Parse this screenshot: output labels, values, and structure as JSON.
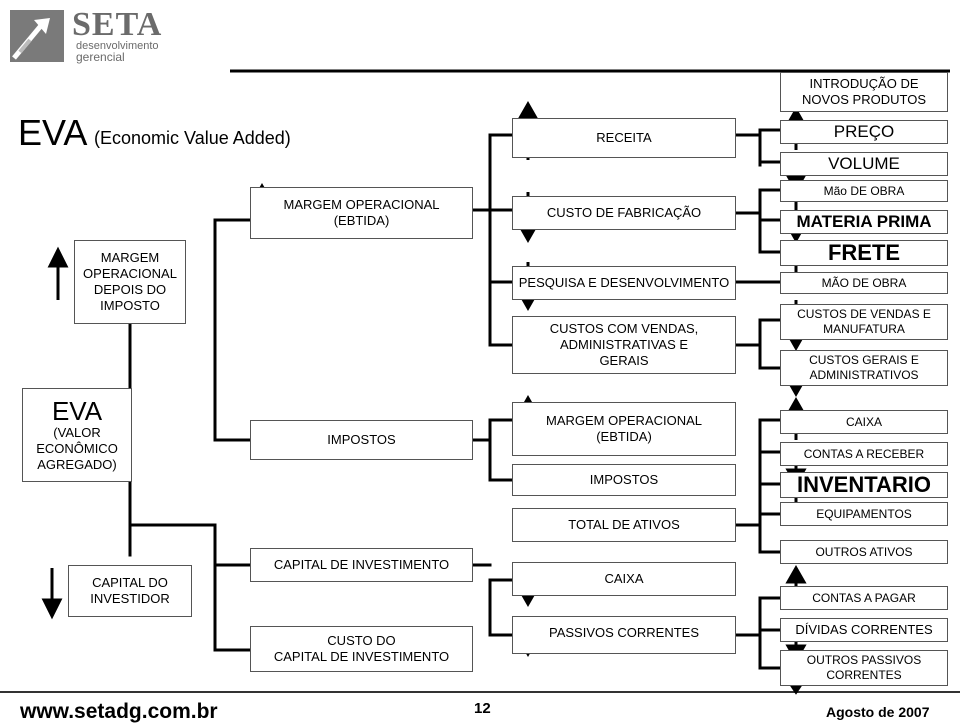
{
  "logo": {
    "name": "SETA",
    "line1": "desenvolvimento",
    "line2": "gerencial"
  },
  "header": {
    "title": "EVA",
    "subtitle": "(Economic Value Added)"
  },
  "col1": {
    "margem": "MARGEM\nOPERACIONAL\nDEPOIS DO\nIMPOSTO",
    "eva_title": "EVA",
    "eva_sub": "(VALOR\nECONÔMICO\nAGREGADO)",
    "capital": "CAPITAL DO\nINVESTIDOR"
  },
  "col2": {
    "margem": "MARGEM OPERACIONAL\n(EBTIDA)",
    "impostos": "IMPOSTOS",
    "capital_inv": "CAPITAL DE INVESTIMENTO",
    "custo_capital": "CUSTO DO\nCAPITAL DE INVESTIMENTO"
  },
  "col3": {
    "receita": "RECEITA",
    "custo_fab": "CUSTO DE FABRICAÇÃO",
    "pesquisa": "PESQUISA E DESENVOLVIMENTO",
    "custos_vendas": "CUSTOS COM VENDAS,\nADMINISTRATIVAS E\nGERAIS",
    "margem": "MARGEM OPERACIONAL\n(EBTIDA)",
    "impostos": "IMPOSTOS",
    "total_ativos": "TOTAL DE ATIVOS",
    "caixa": "CAIXA",
    "passivos": "PASSIVOS CORRENTES"
  },
  "col4": {
    "introducao": "INTRODUÇÃO DE\nNOVOS PRODUTOS",
    "preco": "PREÇO",
    "volume": "VOLUME",
    "mao_obra_1": "Mão DE OBRA",
    "materia": "MATERIA PRIMA",
    "frete": "FRETE",
    "mao_obra_2": "MÃO DE OBRA",
    "custos_vendas": "CUSTOS DE VENDAS E\nMANUFATURA",
    "custos_gerais": "CUSTOS GERAIS E\nADMINISTRATIVOS",
    "caixa": "CAIXA",
    "contas_receber": "CONTAS A RECEBER",
    "inventario": "INVENTARIO",
    "equipamentos": "EQUIPAMENTOS",
    "outros_ativos": "OUTROS ATIVOS",
    "contas_pagar": "CONTAS A PAGAR",
    "dividas": "DÍVIDAS CORRENTES",
    "outros_passivos": "OUTROS PASSIVOS\nCORRENTES"
  },
  "footer": {
    "website": "www.setadg.com.br",
    "page": "12",
    "date": "Agosto de 2007"
  }
}
